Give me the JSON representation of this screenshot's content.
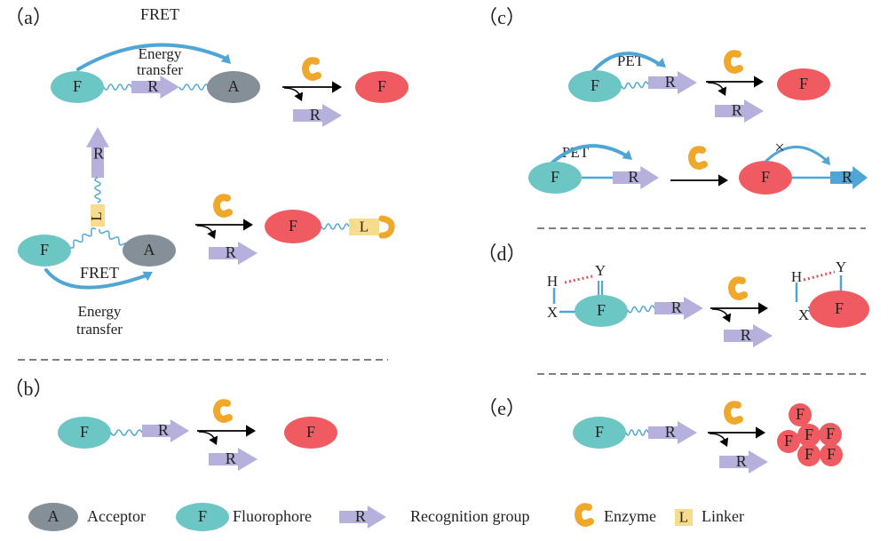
{
  "panels": {
    "a": "（a）",
    "b": "（b）",
    "c": "（c）",
    "d": "（d）",
    "e": "（e）"
  },
  "labels": {
    "fluorophore": "F",
    "acceptor": "A",
    "recognition": "R",
    "linker": "L",
    "fret": "FRET",
    "energy": "Energy",
    "transfer": "transfer",
    "pet": "PET",
    "h": "H",
    "x": "X",
    "y": "Y",
    "blocked": "×"
  },
  "legend": {
    "acceptor": "Acceptor",
    "fluorophore": "Fluorophore",
    "recognition": "Recognition group",
    "enzyme": "Enzyme",
    "linker": "Linker"
  },
  "colors": {
    "teal": "#6cc6c3",
    "gray": "#858f98",
    "red": "#ef5b60",
    "purple": "#b5b0dc",
    "orange": "#f0a82a",
    "yellow": "#f8dc8e",
    "blue": "#4fa6d6",
    "dotted": "#e0505a"
  }
}
